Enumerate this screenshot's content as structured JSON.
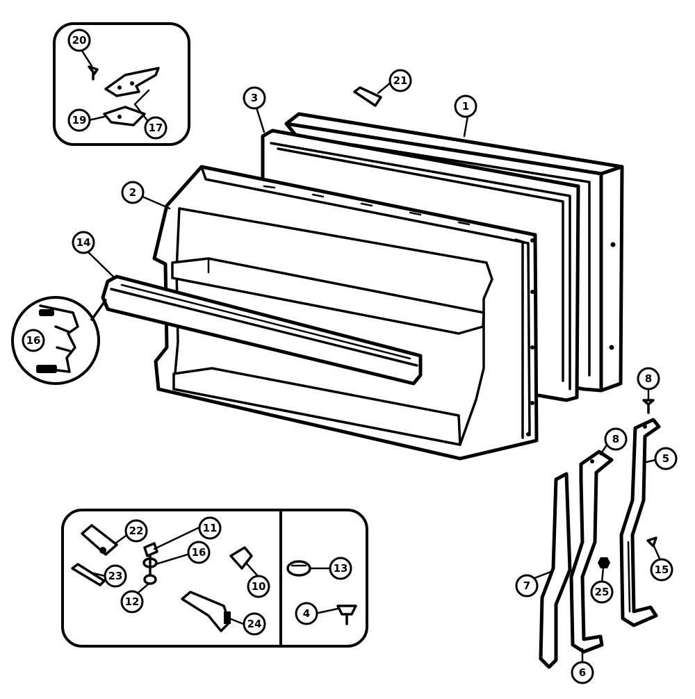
{
  "callouts": {
    "c1": "1",
    "c2": "2",
    "c3": "3",
    "c4": "4",
    "c5": "5",
    "c6": "6",
    "c7": "7",
    "c8a": "8",
    "c8b": "8",
    "c10": "10",
    "c11": "11",
    "c12": "12",
    "c13": "13",
    "c14": "14",
    "c15": "15",
    "c16a": "16",
    "c16b": "16",
    "c17": "17",
    "c19": "19",
    "c20": "20",
    "c21": "21",
    "c22": "22",
    "c23": "23",
    "c24": "24",
    "c25": "25"
  }
}
